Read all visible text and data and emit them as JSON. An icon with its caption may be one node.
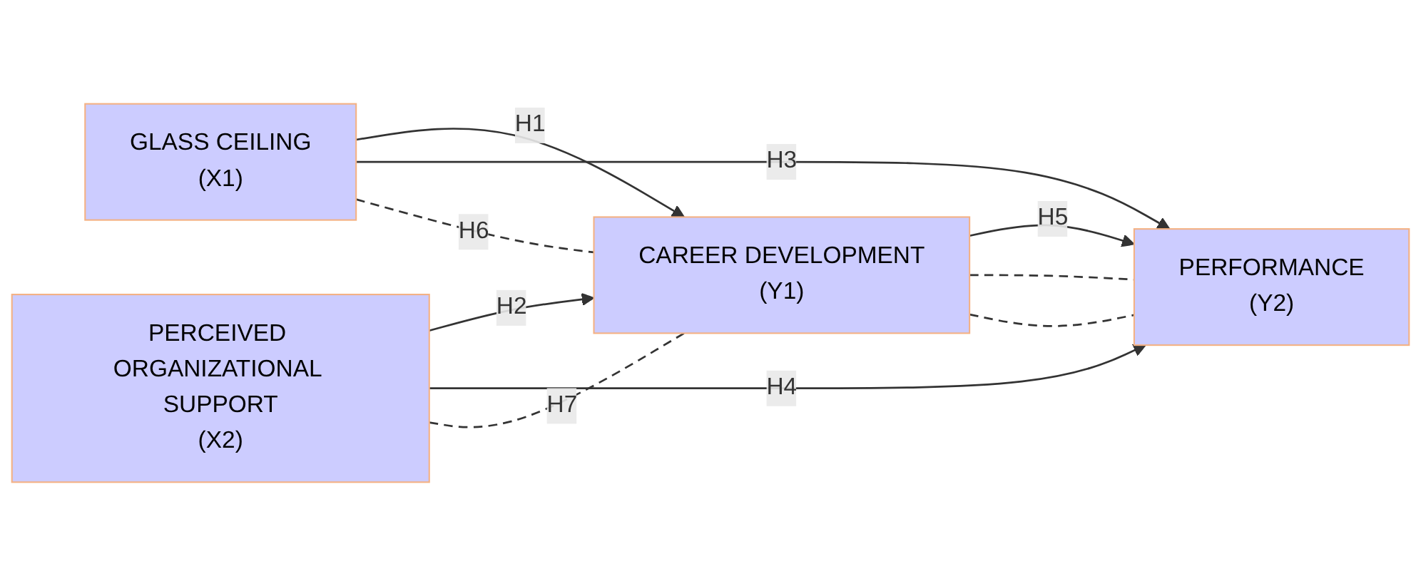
{
  "diagram": {
    "nodes": [
      {
        "text": [
          "GLASS CEILING",
          "(X1)"
        ]
      },
      {
        "text": [
          "PERCEIVED ORGANIZATIONAL SUPPORT",
          "(X2)"
        ]
      },
      {
        "text": [
          "CAREER DEVELOPMENT",
          "(Y1)"
        ]
      },
      {
        "text": [
          "PERFORMANCE",
          "(Y2)"
        ]
      }
    ],
    "edges": [
      {
        "from": 0,
        "to": 2,
        "arrow": "to",
        "label": "H1"
      },
      {
        "from": 1,
        "to": 2,
        "arrow": "to",
        "label": "H2"
      },
      {
        "from": 0,
        "to": 3,
        "arrow": "to",
        "label": "H3"
      },
      {
        "from": 1,
        "to": 3,
        "arrow": "to",
        "label": "H4"
      },
      {
        "from": 2,
        "to": 3,
        "arrow": "to",
        "label": "H5"
      },
      {
        "from": 0,
        "to": 2,
        "arrow": "none",
        "label": "H6",
        "style": "dashed"
      },
      {
        "from": 1,
        "to": 2,
        "arrow": "none",
        "label": "H7",
        "style": "dashed"
      },
      {
        "from": 2,
        "to": 3,
        "arrow": "none",
        "style": "dashed"
      },
      {
        "from": 2,
        "to": 3,
        "arrow": "none",
        "style": "dashed"
      }
    ]
  }
}
